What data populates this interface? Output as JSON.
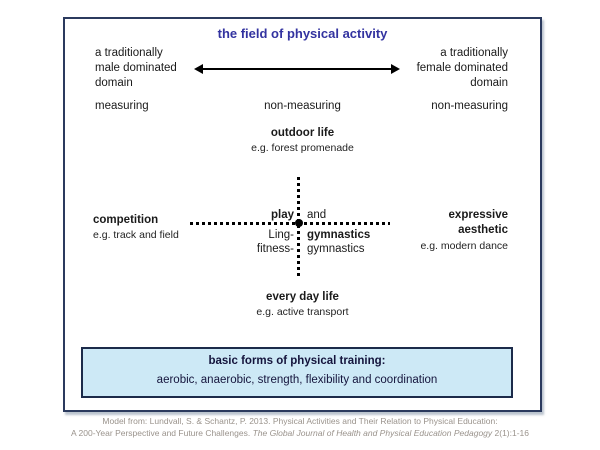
{
  "colors": {
    "title_text": "#3333a0",
    "figure_border": "#2b3a5e",
    "training_box_bg": "#cde9f6",
    "training_box_border": "#1c2b4a",
    "training_box_text": "#14143c",
    "caption_text": "#9a938c",
    "diagram_text": "#1a1a1a",
    "line_color": "#000000"
  },
  "figure": {
    "title": "the field of physical activity",
    "left_domain": "a traditionally\nmale dominated\ndomain",
    "right_domain": "a traditionally\nfemale dominated\ndomain",
    "measuring_left": "measuring",
    "measuring_center": "non-measuring",
    "measuring_right": "non-measuring",
    "outdoor": {
      "label": "outdoor life",
      "example": "e.g. forest promenade"
    },
    "competition": {
      "label": "competition",
      "example": "e.g. track and field"
    },
    "expressive": {
      "label": "expressive\naesthetic",
      "example": "e.g. modern dance"
    },
    "center_cross": {
      "play": "play",
      "and": "and",
      "ling": "Ling-",
      "ling_gymnastics": "gymnastics",
      "fitness": "fitness-",
      "fitness_gymnastics": "gymnastics"
    },
    "everyday": {
      "label": "every day life",
      "example": "e.g. active transport"
    },
    "training_box": {
      "title": "basic forms of physical training:",
      "items": "aerobic, anaerobic, strength, flexibility and coordination"
    }
  },
  "caption": {
    "line1": "Model from: Lundvall, S. & Schantz, P. 2013. Physical Activities and Their Relation to Physical Education:",
    "line2_prefix": "A 200-Year Perspective and Future Challenges. ",
    "line2_journal": "The Global Journal of Health and Physical Education Pedagogy",
    "line2_suffix": " 2(1):1-16"
  }
}
